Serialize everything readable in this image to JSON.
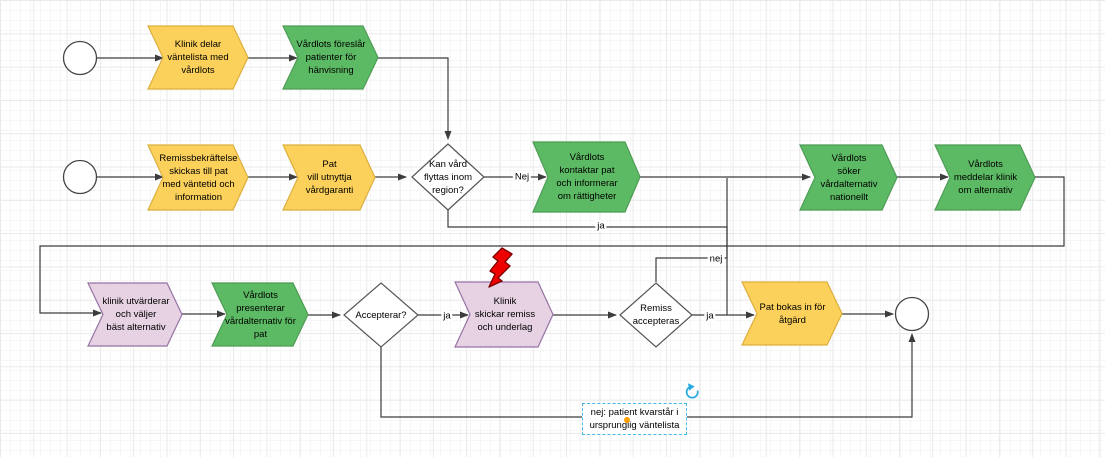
{
  "app": "flowchart-editor",
  "colors": {
    "step_yellow_fill": "#FBD15C",
    "step_yellow_stroke": "#DCAF3E",
    "step_green_fill": "#5DBA64",
    "step_green_stroke": "#4E9C55",
    "step_pink_fill": "#E6D2E3",
    "step_pink_stroke": "#9673A6",
    "bolt_fill": "#EE0000",
    "bolt_stroke": "#7F0000",
    "edge_stroke": "#3C3C3C",
    "selection_blue": "#45B7E8",
    "connection_dot_orange": "#FFA000"
  },
  "nodes": {
    "klinik_delar": {
      "label": "Klinik delar\nväntelista med\nvårdlots",
      "color": "yellow"
    },
    "vardlots_foreslar": {
      "label": "Vårdlots föreslår\npatienter för\nhänvisning",
      "color": "green"
    },
    "remissbekraftelse": {
      "label": "Remissbekräftelse\nskickas till pat\nmed väntetid och\ninformation",
      "color": "yellow"
    },
    "pat_vill": {
      "label": "Pat\nvill utnyttja\nvårdgaranti",
      "color": "yellow"
    },
    "kan_vard": {
      "label": "Kan vård\nflyttas inom\nregion?",
      "shape": "decision"
    },
    "vardlots_kontaktar": {
      "label": "Vårdlots\nkontaktar pat\noch informerar\nom rättigheter",
      "color": "green"
    },
    "vardlots_soker": {
      "label": "Vårdlots\nsöker\nvårdalternativ\nnationellt",
      "color": "green"
    },
    "vardlots_meddelar": {
      "label": "Vårdlots\nmeddelar klinik\nom alternativ",
      "color": "green"
    },
    "klinik_utvarderar": {
      "label": "klinik utvärderar\noch väljer\nbäst alternativ",
      "color": "pink"
    },
    "vardlots_presenterar": {
      "label": "Vårdlots\npresenterar\nvårdalternativ för\npat",
      "color": "green"
    },
    "accepterar": {
      "label": "Accepterar?",
      "shape": "decision"
    },
    "klinik_skickar": {
      "label": "Klinik\nskickar remiss\noch underlag",
      "color": "pink"
    },
    "remiss_accepteras": {
      "label": "Remiss\naccepteras",
      "shape": "decision"
    },
    "pat_bokas": {
      "label": "Pat bokas in för\nåtgärd",
      "color": "yellow"
    }
  },
  "edge_labels": {
    "region_nej": "Nej",
    "region_ja": "ja",
    "accepterar_ja": "ja",
    "remiss_ja": "ja",
    "remiss_nej": "nej"
  },
  "annotation": {
    "text": "nej: patient kvarstår i\nursprunglig väntelista"
  },
  "icons": {
    "rotate": "rotate-icon",
    "lightning": "lightning-bolt-icon"
  }
}
